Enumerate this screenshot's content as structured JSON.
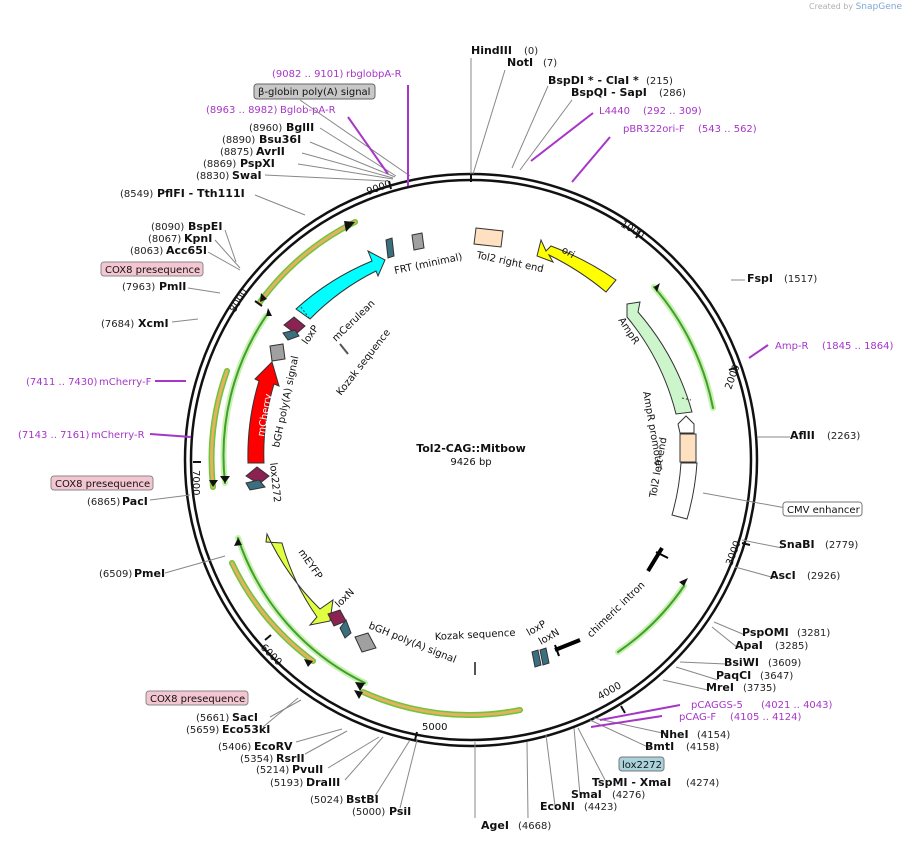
{
  "credit": {
    "prefix": "Created by",
    "brand": "SnapGene"
  },
  "plasmid": {
    "name": "Tol2-CAG::Mitbow",
    "size_text": "9426 bp",
    "length": 9426
  },
  "ticks": [
    1000,
    2000,
    3000,
    4000,
    5000,
    6000,
    7000,
    8000,
    9000
  ],
  "sites": [
    {
      "name": "HindIII",
      "pos": "(0)"
    },
    {
      "name": "NotI",
      "pos": "(7)"
    },
    {
      "name": "BspDI * - ClaI *",
      "pos": "(215)"
    },
    {
      "name": "BspQI - SapI",
      "pos": "(286)"
    },
    {
      "name": "FspI",
      "pos": "(1517)"
    },
    {
      "name": "AflII",
      "pos": "(2263)"
    },
    {
      "name": "SnaBI",
      "pos": "(2779)"
    },
    {
      "name": "AscI",
      "pos": "(2926)"
    },
    {
      "name": "PspOMI",
      "pos": "(3281)"
    },
    {
      "name": "ApaI",
      "pos": "(3285)"
    },
    {
      "name": "BsiWI",
      "pos": "(3609)"
    },
    {
      "name": "PaqCI",
      "pos": "(3647)"
    },
    {
      "name": "MreI",
      "pos": "(3735)"
    },
    {
      "name": "NheI",
      "pos": "(4154)"
    },
    {
      "name": "BmtI",
      "pos": "(4158)"
    },
    {
      "name": "TspMI - XmaI",
      "pos": "(4274)"
    },
    {
      "name": "SmaI",
      "pos": "(4276)"
    },
    {
      "name": "EcoNI",
      "pos": "(4423)"
    },
    {
      "name": "AgeI",
      "pos": "(4668)"
    },
    {
      "name": "PsiI",
      "pos": "(5000)"
    },
    {
      "name": "BstBI",
      "pos": "(5024)"
    },
    {
      "name": "DraIII",
      "pos": "(5193)"
    },
    {
      "name": "PvuII",
      "pos": "(5214)"
    },
    {
      "name": "RsrII",
      "pos": "(5354)"
    },
    {
      "name": "EcoRV",
      "pos": "(5406)"
    },
    {
      "name": "Eco53kI",
      "pos": "(5659)"
    },
    {
      "name": "SacI",
      "pos": "(5661)"
    },
    {
      "name": "PmeI",
      "pos": "(6509)"
    },
    {
      "name": "PacI",
      "pos": "(6865)"
    },
    {
      "name": "XcmI",
      "pos": "(7684)"
    },
    {
      "name": "PmlI",
      "pos": "(7963)"
    },
    {
      "name": "Acc65I",
      "pos": "(8063)"
    },
    {
      "name": "KpnI",
      "pos": "(8067)"
    },
    {
      "name": "BspEI",
      "pos": "(8090)"
    },
    {
      "name": "PflFI - Tth111I",
      "pos": "(8549)"
    },
    {
      "name": "SwaI",
      "pos": "(8830)"
    },
    {
      "name": "PspXI",
      "pos": "(8869)"
    },
    {
      "name": "AvrII",
      "pos": "(8875)"
    },
    {
      "name": "Bsu36I",
      "pos": "(8890)"
    },
    {
      "name": "BglII",
      "pos": "(8960)"
    }
  ],
  "primers": [
    {
      "name": "rbglobpA-R",
      "range": "(9082 .. 9101)"
    },
    {
      "name": "Bglob-pA-R",
      "range": "(8963 .. 8982)"
    },
    {
      "name": "L4440",
      "range": "(292 .. 309)"
    },
    {
      "name": "pBR322ori-F",
      "range": "(543 .. 562)"
    },
    {
      "name": "Amp-R",
      "range": "(1845 .. 1864)"
    },
    {
      "name": "pCAGGS-5",
      "range": "(4021 .. 4043)"
    },
    {
      "name": "pCAG-F",
      "range": "(4105 .. 4124)"
    },
    {
      "name": "mCherry-F",
      "range": "(7411 .. 7430)"
    },
    {
      "name": "mCherry-R",
      "range": "(7143 .. 7161)"
    }
  ],
  "boxed_features": [
    {
      "label": "β-globin poly(A) signal",
      "fill": "#c8c8c8"
    },
    {
      "label": "COX8 presequence",
      "fill": "#f4c6d2"
    },
    {
      "label": "COX8 presequence",
      "fill": "#f4c6d2"
    },
    {
      "label": "COX8 presequence",
      "fill": "#f4c6d2"
    },
    {
      "label": "CMV enhancer",
      "fill": "#ffffff"
    },
    {
      "label": "lox2272",
      "fill": "#a9d2dc"
    }
  ],
  "inner_features": [
    {
      "label": "ori",
      "fill": "#ffff00"
    },
    {
      "label": "AmpR",
      "fill": "#ccf5cc"
    },
    {
      "label": "AmpR promoter",
      "fill": "#ffffff"
    },
    {
      "label": "Tol2 left end",
      "fill": "#ffe0c0"
    },
    {
      "label": "Tol2 right end",
      "fill": "#ffe0c0"
    },
    {
      "label": "FRT (minimal)",
      "fill": "#a0a0a0"
    },
    {
      "label": "mCerulean",
      "fill": "#00ffff"
    },
    {
      "label": "loxP",
      "fill": "#8b2252"
    },
    {
      "label": "Kozak sequence",
      "fill": "#777777"
    },
    {
      "label": "bGH poly(A) signal",
      "fill": "#a0a0a0"
    },
    {
      "label": "mCherry",
      "fill": "#ff0000"
    },
    {
      "label": "lox2272",
      "fill": "#3a6f80"
    },
    {
      "label": "mEYFP",
      "fill": "#e0ff40"
    },
    {
      "label": "loxN",
      "fill": "#8b2252"
    },
    {
      "label": "bGH poly(A) signal",
      "fill": "#a0a0a0"
    },
    {
      "label": "Kozak sequence",
      "fill": "#777777"
    },
    {
      "label": "loxP",
      "fill": "#3a6f80"
    },
    {
      "label": "loxN",
      "fill": "#3a6f80"
    },
    {
      "label": "chimeric intron",
      "fill": "#000000"
    }
  ],
  "colors": {
    "primer": "#a636c8",
    "cds_outline": "#6cc63a",
    "cox8": "#e6b060"
  }
}
